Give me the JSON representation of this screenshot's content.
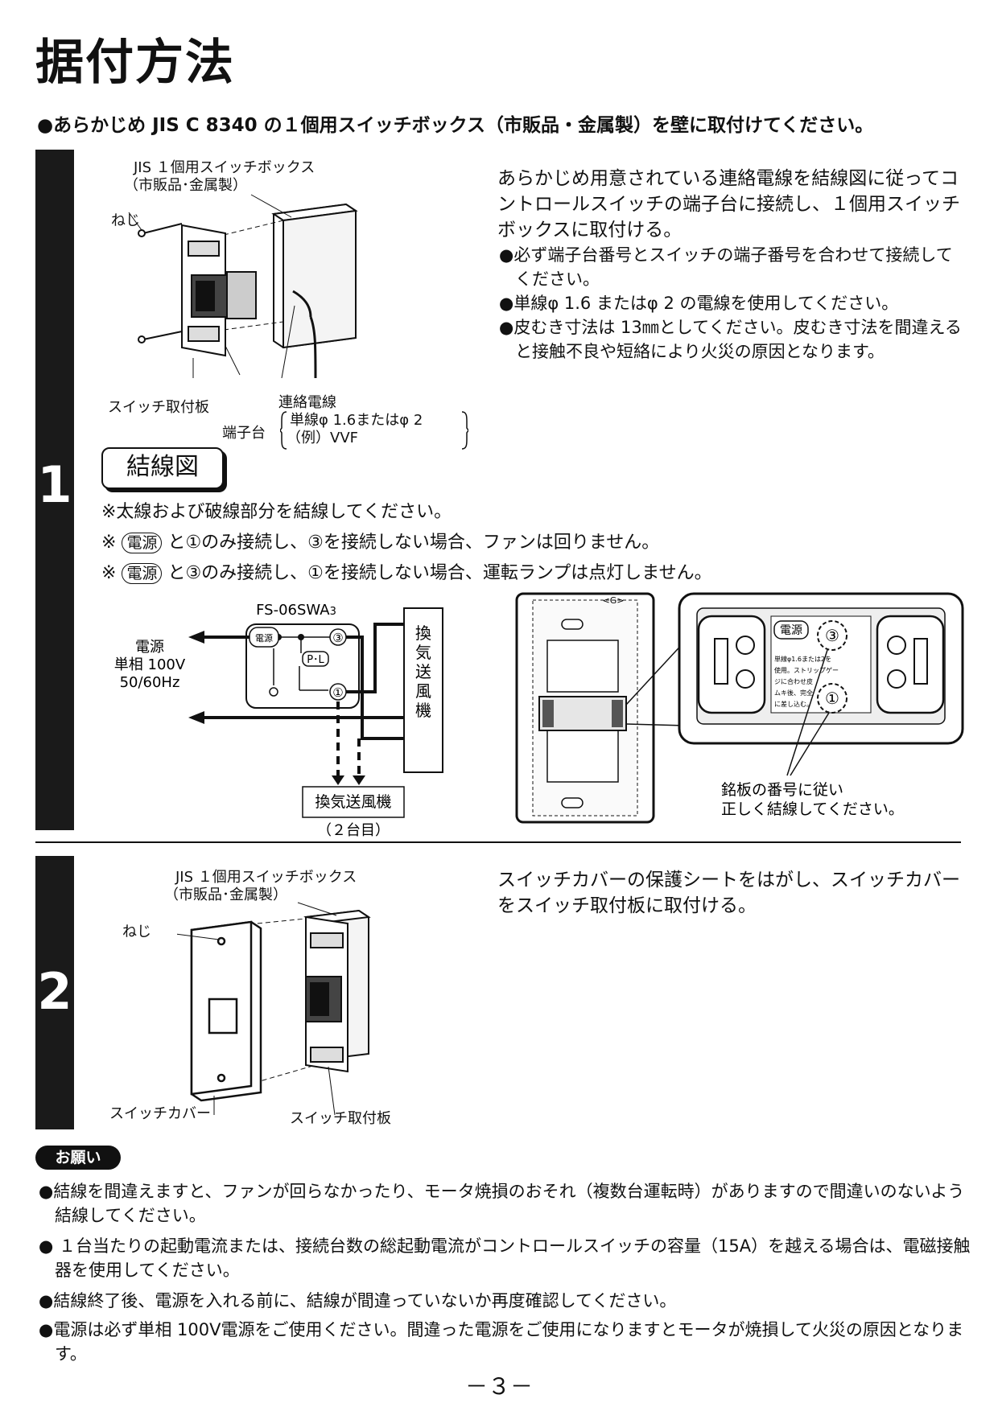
{
  "title": "据付方法",
  "intro": "●あらかじめ JIS C 8340 の１個用スイッチボックス（市販品・金属製）を壁に取付けてください。",
  "step1": {
    "number": "1",
    "fig_labels": {
      "box_line1": "JIS １個用スイッチボックス",
      "box_line2": "（市販品･金属製）",
      "screw": "ねじ",
      "plate": "スイッチ取付板",
      "terminal": "端子台",
      "wire": "連絡電線",
      "wire_detail1": "単線φ 1.6またはφ 2",
      "wire_detail2": "（例）VVF"
    },
    "instruction": "あらかじめ用意されている連絡電線を結線図に従ってコントロールスイッチの端子台に接続し、１個用スイッチボックスに取付ける。",
    "bullets": [
      "●必ず端子台番号とスイッチの端子番号を合わせて接続してください。",
      "●単線φ 1.6 またはφ 2 の電線を使用してください。",
      "●皮むき寸法は 13㎜としてください。皮むき寸法を間違えると接触不良や短絡により火災の原因となります。"
    ],
    "wiring_title": "結線図",
    "notes": {
      "n1": "※太線および破線部分を結線してください。",
      "n2_prefix": "※",
      "n2_key": "電源",
      "n2_text": "と①のみ接続し、③を接続しない場合、ファンは回りません。",
      "n3_prefix": "※",
      "n3_key": "電源",
      "n3_text": "と③のみ接続し、①を接続しない場合、運転ランプは点灯しません。"
    },
    "diagram": {
      "model": "FS-06SWA",
      "model_sub": "3",
      "power": "電源",
      "phase": "単相 100V",
      "freq": "50/60Hz",
      "key_power": "電源",
      "t3": "③",
      "t1": "①",
      "pl": "P･L",
      "fan_v": [
        "換",
        "気",
        "送",
        "風",
        "機"
      ],
      "fan2": "換気送風機",
      "fan2_note": "（２台目）"
    },
    "plate_detail": {
      "tag": "<G>",
      "key": "電源",
      "t3": "③",
      "t1": "①",
      "small_lines": [
        "単線φ1.6または2を",
        "使用。ストリップゲー",
        "ジに合わせ皮",
        "ムキ後、完全",
        "に差し込む。"
      ],
      "callout1": "銘板の番号に従い",
      "callout2": "正しく結線してください。"
    }
  },
  "step2": {
    "number": "2",
    "fig_labels": {
      "box_line1": "JIS １個用スイッチボックス",
      "box_line2": "（市販品･金属製）",
      "screw": "ねじ",
      "cover": "スイッチカバー",
      "plate": "スイッチ取付板"
    },
    "instruction": "スイッチカバーの保護シートをはがし、スイッチカバーをスイッチ取付板に取付ける。"
  },
  "requests": {
    "label": "お願い",
    "items": [
      "●結線を間違えますと、ファンが回らなかったり、モータ焼損のおそれ（複数台運転時）がありますので間違いのないよう結線してください。",
      "● １台当たりの起動電流または、接続台数の総起動電流がコントロールスイッチの容量（15A）を越える場合は、電磁接触器を使用してください。",
      "●結線終了後、電源を入れる前に、結線が間違っていないか再度確認してください。",
      "●電源は必ず単相 100V電源をご使用ください。間違った電源をご使用になりますとモータが焼損して火災の原因となります。"
    ]
  },
  "page_number": "－３－"
}
